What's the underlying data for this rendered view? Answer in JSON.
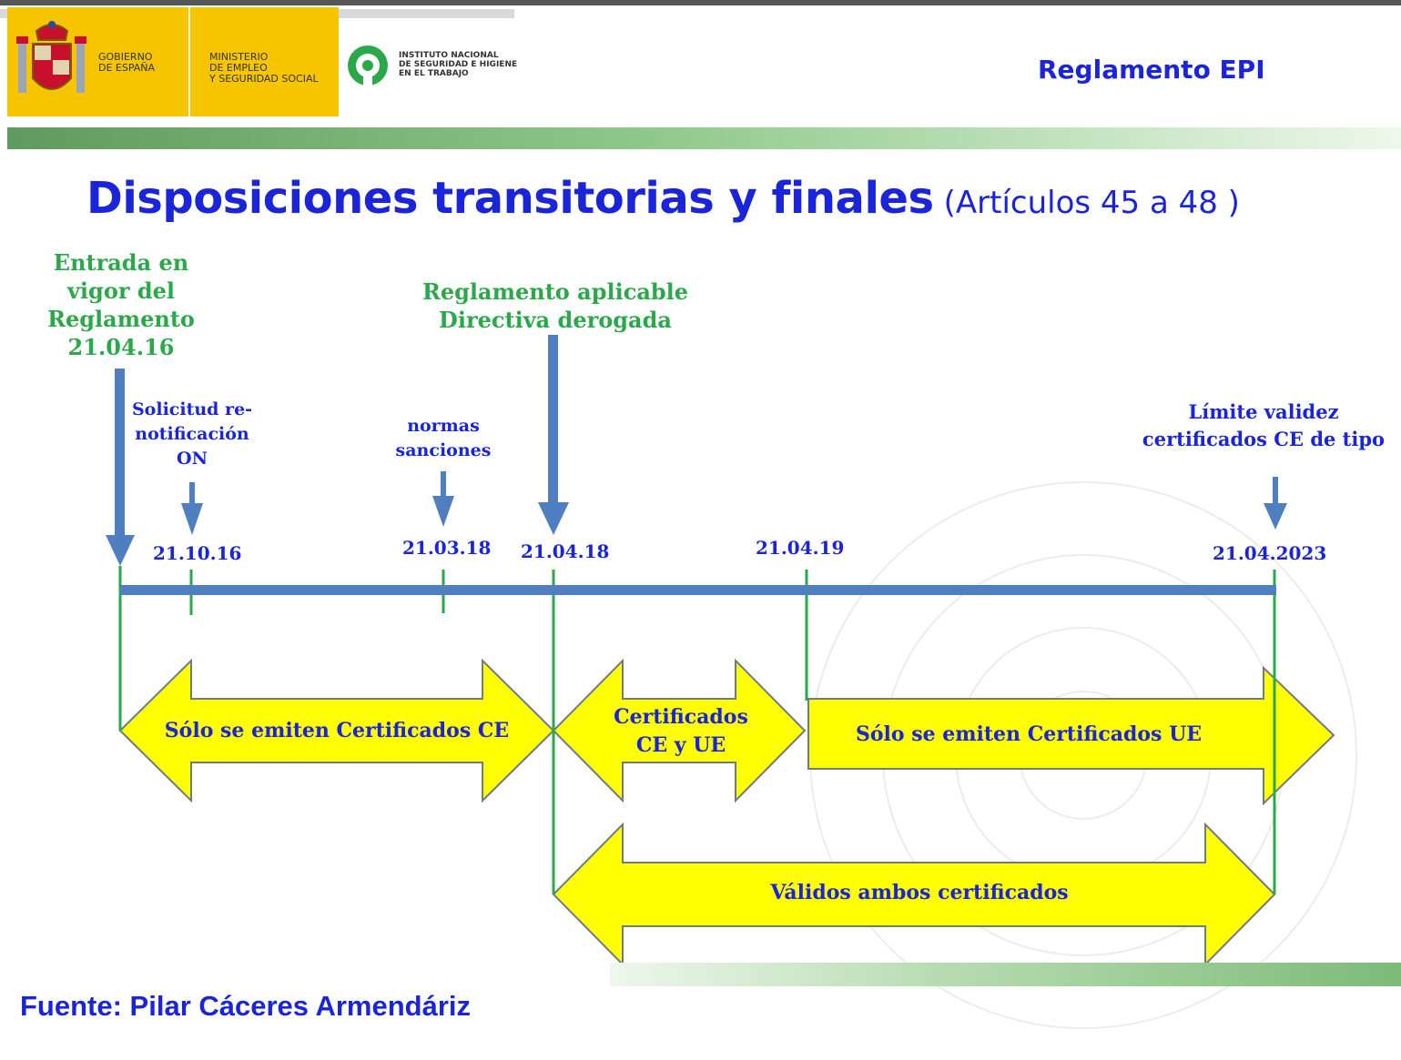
{
  "header": {
    "gobierno": "GOBIERNO\nDE ESPAÑA",
    "ministerio": "MINISTERIO\nDE EMPLEO\nY SEGURIDAD SOCIAL",
    "instituto": "INSTITUTO NACIONAL\nDE SEGURIDAD E HIGIENE\nEN EL TRABAJO",
    "title": "Reglamento EPI"
  },
  "slide": {
    "title": "Disposiciones transitorias y finales",
    "subtitle": "(Artículos 45 a 48 )"
  },
  "timeline": {
    "milestones": {
      "entrada": "Entrada en\nvigor del\nReglamento\n21.04.16",
      "aplicable": "Reglamento aplicable\nDirectiva derogada",
      "solicitud": "Solicitud re-\nnotificación\nON",
      "normas": "normas\nsanciones",
      "limite": "Límite validez\ncertificados CE de tipo"
    },
    "dates": {
      "d1": "21.10.16",
      "d2": "21.03.18",
      "d3": "21.04.18",
      "d4": "21.04.19",
      "d5": "21.04.2023"
    },
    "periods": {
      "solo_ce": "Sólo se emiten Certificados CE",
      "ce_ue": "Certificados\nCE y UE",
      "solo_ue": "Sólo se emiten Certificados UE",
      "validos": "Válidos ambos certificados"
    }
  },
  "source": "Fuente: Pilar Cáceres Armendáriz",
  "colors": {
    "title_blue": "#1a24d8",
    "label_green": "#2aa84a",
    "axis_blue": "#4f7fc0",
    "arrow_yellow": "#ffff00",
    "header_yellow": "#f6c500"
  }
}
